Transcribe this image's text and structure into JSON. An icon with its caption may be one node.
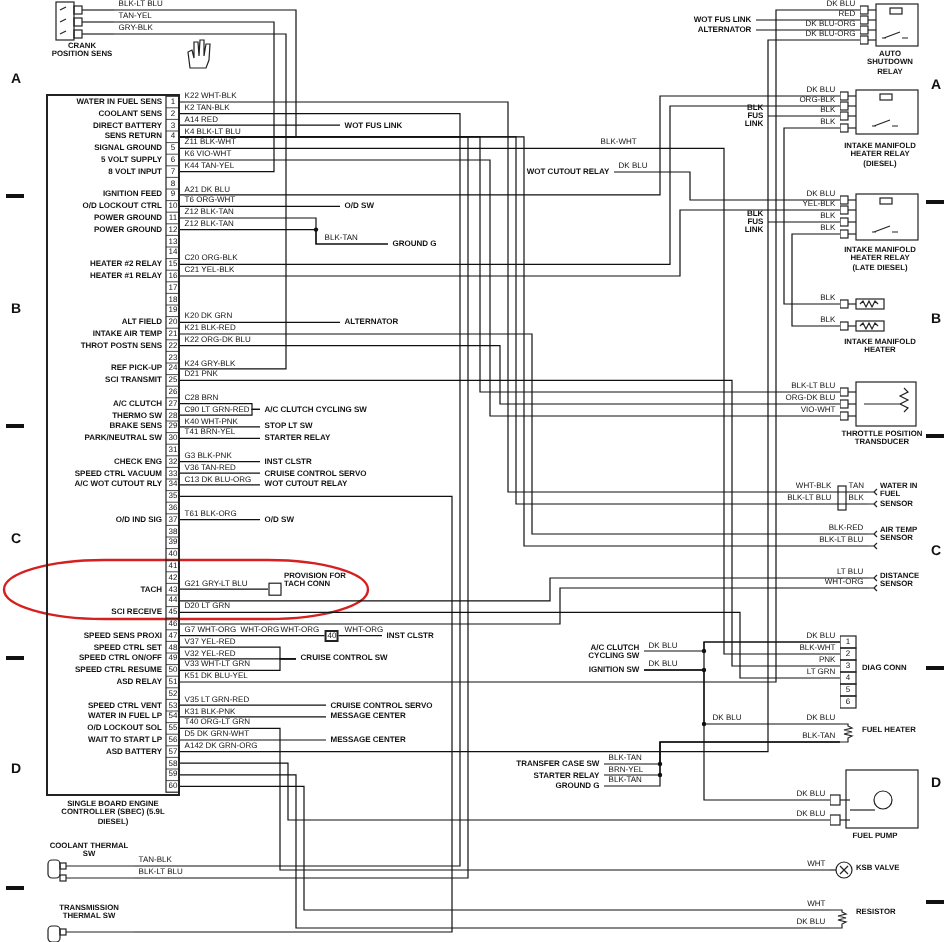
{
  "diagram": {
    "nodes": [
      {
        "text": [
          "CRANK POSITION SENS"
        ]
      },
      {
        "text": [
          "SINGLE BOARD ENGINE CONTROLLER (SBEC) (5.9L DIESEL)"
        ]
      },
      {
        "text": [
          "AUTO SHUTDOWN RELAY"
        ]
      },
      {
        "text": [
          "INTAKE MANIFOLD HEATER RELAY (DIESEL)"
        ]
      },
      {
        "text": [
          "INTAKE MANIFOLD HEATER RELAY (LATE DIESEL)"
        ]
      },
      {
        "text": [
          "INTAKE MANIFOLD HEATER"
        ]
      },
      {
        "text": [
          "THROTTLE POSITION TRANSDUCER"
        ]
      },
      {
        "text": [
          "WATER IN FUEL SENSOR"
        ]
      },
      {
        "text": [
          "AIR TEMP SENSOR"
        ]
      },
      {
        "text": [
          "DISTANCE SENSOR"
        ]
      },
      {
        "text": [
          "DIAG CONN"
        ]
      },
      {
        "text": [
          "FUEL HEATER"
        ]
      },
      {
        "text": [
          "FUEL PUMP"
        ]
      },
      {
        "text": [
          "KSB VALVE"
        ]
      },
      {
        "text": [
          "RESISTOR"
        ]
      },
      {
        "text": [
          "COOLANT THERMAL SW"
        ]
      },
      {
        "text": [
          "TRANSMISSION THERMAL SW"
        ]
      },
      {
        "text": [
          "PROVISION FOR TACH CONN"
        ]
      },
      {
        "text": [
          "WOT FUS LINK"
        ]
      },
      {
        "text": [
          "O/D SW"
        ]
      },
      {
        "text": [
          "GROUND G"
        ]
      },
      {
        "text": [
          "ALTERNATOR"
        ]
      },
      {
        "text": [
          "A/C CLUTCH CYCLING SW"
        ]
      },
      {
        "text": [
          "STOP LT SW"
        ]
      },
      {
        "text": [
          "STARTER RELAY"
        ]
      },
      {
        "text": [
          "INST CLSTR"
        ]
      },
      {
        "text": [
          "CRUISE CONTROL SERVO"
        ]
      },
      {
        "text": [
          "WOT CUTOUT RELAY"
        ]
      },
      {
        "text": [
          "O/D SW"
        ]
      },
      {
        "text": [
          "INST CLSTR"
        ]
      },
      {
        "text": [
          "CRUISE CONTROL SW"
        ]
      },
      {
        "text": [
          "CRUISE CONTROL SERVO"
        ]
      },
      {
        "text": [
          "MESSAGE CENTER"
        ]
      },
      {
        "text": [
          "MESSAGE CENTER"
        ]
      },
      {
        "text": [
          "WOT FUS LINK"
        ]
      },
      {
        "text": [
          "ALTERNATOR"
        ]
      },
      {
        "text": [
          "BLK FUS LINK"
        ]
      },
      {
        "text": [
          "WOT CUTOUT RELAY"
        ]
      },
      {
        "text": [
          "BLK FUS LINK"
        ]
      },
      {
        "text": [
          "A/C CLUTCH CYCLING SW"
        ]
      },
      {
        "text": [
          "IGNITION SW"
        ]
      },
      {
        "text": [
          "TRANSFER CASE SW"
        ]
      },
      {
        "text": [
          "STARTER RELAY"
        ]
      },
      {
        "text": [
          "GROUND G"
        ]
      }
    ],
    "edges": [
      {
        "from": 1,
        "to": 18,
        "arrow": "none",
        "label": "A14 RED"
      },
      {
        "from": 1,
        "to": 19,
        "arrow": "none",
        "label": "T6 ORG-WHT"
      },
      {
        "from": 1,
        "to": 20,
        "arrow": "none",
        "label": "Z12 BLK-TAN"
      },
      {
        "from": 1,
        "to": 20,
        "arrow": "none",
        "label": "Z12 BLK-TAN"
      },
      {
        "from": 1,
        "to": 21,
        "arrow": "none",
        "label": "K20 DK GRN"
      },
      {
        "from": 1,
        "to": 22,
        "arrow": "none",
        "label": "C28 BRN"
      },
      {
        "from": 1,
        "to": 22,
        "arrow": "none",
        "label": "C90 LT GRN-RED"
      },
      {
        "from": 1,
        "to": 23,
        "arrow": "none",
        "label": "K40 WHT-PNK"
      },
      {
        "from": 1,
        "to": 24,
        "arrow": "none",
        "label": "T41 BRN-YEL"
      },
      {
        "from": 1,
        "to": 25,
        "arrow": "none",
        "label": "G3 BLK-PNK"
      },
      {
        "from": 1,
        "to": 26,
        "arrow": "none",
        "label": "V36 TAN-RED"
      },
      {
        "from": 1,
        "to": 27,
        "arrow": "none",
        "label": "C13 DK BLU-ORG"
      },
      {
        "from": 1,
        "to": 28,
        "arrow": "none",
        "label": "T61 BLK-ORG"
      },
      {
        "from": 1,
        "to": 17,
        "arrow": "none",
        "label": "G21 GRY-LT BLU"
      },
      {
        "from": 1,
        "to": 29,
        "arrow": "none",
        "label": "G7 WHT-ORG"
      },
      {
        "from": 1,
        "to": 30,
        "arrow": "none",
        "label": "V37 YEL-RED"
      },
      {
        "from": 1,
        "to": 30,
        "arrow": "none",
        "label": "V32 YEL-RED"
      },
      {
        "from": 1,
        "to": 30,
        "arrow": "none",
        "label": "V33 WHT-LT GRN"
      },
      {
        "from": 1,
        "to": 31,
        "arrow": "none",
        "label": "V35 LT GRN-RED"
      },
      {
        "from": 1,
        "to": 32,
        "arrow": "none",
        "label": "K31 BLK-PNK"
      },
      {
        "from": 1,
        "to": 33,
        "arrow": "none",
        "label": "D5 DK GRN-WHT"
      },
      {
        "from": 0,
        "to": 1,
        "arrow": "none",
        "label": "BLK-LT BLU"
      },
      {
        "from": 0,
        "to": 1,
        "arrow": "none",
        "label": "TAN-YEL"
      },
      {
        "from": 0,
        "to": 1,
        "arrow": "none",
        "label": "GRY-BLK"
      },
      {
        "from": 1,
        "to": 2,
        "arrow": "none",
        "label": "DK BLU"
      },
      {
        "from": 34,
        "to": 2,
        "arrow": "none",
        "label": "RED"
      },
      {
        "from": 35,
        "to": 2,
        "arrow": "none",
        "label": "DK BLU-ORG"
      },
      {
        "from": 1,
        "to": 2,
        "arrow": "none",
        "label": "DK BLU-ORG"
      },
      {
        "from": 1,
        "to": 3,
        "arrow": "none",
        "label": "DK BLU"
      },
      {
        "from": 1,
        "to": 3,
        "arrow": "none",
        "label": "ORG-BLK"
      },
      {
        "from": 36,
        "to": 3,
        "arrow": "none",
        "label": "BLK"
      },
      {
        "from": 3,
        "to": 5,
        "arrow": "none",
        "label": "BLK"
      },
      {
        "from": 37,
        "to": 4,
        "arrow": "none",
        "label": "DK BLU"
      },
      {
        "from": 1,
        "to": 4,
        "arrow": "none",
        "label": "YEL-BLK"
      },
      {
        "from": 38,
        "to": 4,
        "arrow": "none",
        "label": "BLK"
      },
      {
        "from": 4,
        "to": 5,
        "arrow": "none",
        "label": "BLK"
      },
      {
        "from": 1,
        "to": 6,
        "arrow": "none",
        "label": "BLK-LT BLU"
      },
      {
        "from": 1,
        "to": 6,
        "arrow": "none",
        "label": "ORG-DK BLU"
      },
      {
        "from": 1,
        "to": 6,
        "arrow": "none",
        "label": "VIO-WHT"
      },
      {
        "from": 1,
        "to": 7,
        "arrow": "none",
        "label": "WHT-BLK"
      },
      {
        "from": 1,
        "to": 7,
        "arrow": "none",
        "label": "BLK-LT BLU"
      },
      {
        "from": 1,
        "to": 8,
        "arrow": "none",
        "label": "BLK-RED"
      },
      {
        "from": 1,
        "to": 8,
        "arrow": "none",
        "label": "BLK-LT BLU"
      },
      {
        "from": 1,
        "to": 9,
        "arrow": "none",
        "label": "LT BLU"
      },
      {
        "from": 1,
        "to": 9,
        "arrow": "none",
        "label": "WHT-ORG"
      },
      {
        "from": 39,
        "to": 10,
        "arrow": "none",
        "label": "DK BLU"
      },
      {
        "from": 40,
        "to": 10,
        "arrow": "none",
        "label": "DK BLU"
      },
      {
        "from": 1,
        "to": 10,
        "arrow": "none",
        "label": "BLK-WHT"
      },
      {
        "from": 1,
        "to": 10,
        "arrow": "none",
        "label": "PNK"
      },
      {
        "from": 1,
        "to": 10,
        "arrow": "none",
        "label": "LT GRN"
      },
      {
        "from": 40,
        "to": 11,
        "arrow": "none",
        "label": "DK BLU"
      },
      {
        "from": 41,
        "to": 11,
        "arrow": "none",
        "label": "BLK-TAN"
      },
      {
        "from": 42,
        "to": 11,
        "arrow": "none",
        "label": "BRN-YEL"
      },
      {
        "from": 43,
        "to": 11,
        "arrow": "none",
        "label": "BLK-TAN"
      },
      {
        "from": 40,
        "to": 12,
        "arrow": "none",
        "label": "DK BLU"
      },
      {
        "from": 1,
        "to": 12,
        "arrow": "none",
        "label": "DK BLU"
      },
      {
        "from": 1,
        "to": 13,
        "arrow": "none",
        "label": "WHT"
      },
      {
        "from": 1,
        "to": 14,
        "arrow": "none",
        "label": "WHT"
      },
      {
        "from": 1,
        "to": 14,
        "arrow": "none",
        "label": "DK BLU"
      },
      {
        "from": 15,
        "to": 1,
        "arrow": "none",
        "label": "TAN-BLK"
      },
      {
        "from": 15,
        "to": 1,
        "arrow": "none",
        "label": "BLK-LT BLU"
      },
      {
        "from": 16,
        "to": 1,
        "arrow": "none"
      }
    ],
    "labels": [
      "A",
      "A",
      "B",
      "B",
      "C",
      "C",
      "D",
      "D",
      "WATER IN FUEL SENS",
      "COOLANT SENS",
      "DIRECT BATTERY",
      "SENS RETURN",
      "SIGNAL GROUND",
      "5 VOLT SUPPLY",
      "8 VOLT INPUT",
      "IGNITION FEED",
      "O/D LOCKOUT CTRL",
      "POWER GROUND",
      "POWER GROUND",
      "HEATER #2 RELAY",
      "HEATER #1 RELAY",
      "ALT FIELD",
      "INTAKE AIR TEMP",
      "THROT POSTN SENS",
      "REF PICK-UP",
      "SCI TRANSMIT",
      "A/C CLUTCH",
      "THERMO SW",
      "BRAKE SENS",
      "PARK/NEUTRAL SW",
      "CHECK ENG",
      "SPEED CTRL VACUUM",
      "A/C WOT CUTOUT RLY",
      "O/D IND SIG",
      "TACH",
      "SCI RECEIVE",
      "SPEED SENS PROXI",
      "SPEED CTRL SET",
      "SPEED CTRL ON/OFF",
      "SPEED CTRL RESUME",
      "ASD RELAY",
      "SPEED CTRL VENT",
      "WATER IN FUEL LP",
      "O/D LOCKOUT SOL",
      "WAIT TO START LP",
      "ASD BATTERY",
      "1",
      "2",
      "3",
      "4",
      "5",
      "6",
      "7",
      "8",
      "9",
      "10",
      "11",
      "12",
      "13",
      "14",
      "15",
      "16",
      "17",
      "18",
      "19",
      "20",
      "21",
      "22",
      "23",
      "24",
      "25",
      "26",
      "27",
      "28",
      "29",
      "30",
      "31",
      "32",
      "33",
      "34",
      "35",
      "36",
      "37",
      "38",
      "39",
      "40",
      "41",
      "42",
      "43",
      "44",
      "45",
      "46",
      "47",
      "48",
      "49",
      "50",
      "51",
      "52",
      "53",
      "54",
      "55",
      "56",
      "57",
      "58",
      "59",
      "60",
      "K22 WHT-BLK",
      "K2 TAN-BLK",
      "K4 BLK-LT BLU",
      "Z11 BLK-WHT",
      "K6 VIO-WHT",
      "K44 TAN-YEL",
      "A21 DK BLU",
      "C20 ORG-BLK",
      "C21 YEL-BLK",
      "K21 BLK-RED",
      "K22 ORG-DK BLU",
      "K24 GRY-BLK",
      "D21 PNK",
      "D20 LT GRN",
      "K51 DK BLU-YEL",
      "T40 ORG-LT GRN",
      "A142 DK GRN-ORG",
      "BLK-TAN",
      "WHT-ORG",
      "WHT-ORG",
      "40",
      "WHT-ORG",
      "BLK",
      "DK BLU",
      "BLK",
      "BLK-WHT",
      "TAN",
      "BLK",
      "1",
      "2",
      "3",
      "4",
      "5",
      "6",
      "DK BLU",
      "DK BLU",
      "BLK-TAN"
    ]
  }
}
